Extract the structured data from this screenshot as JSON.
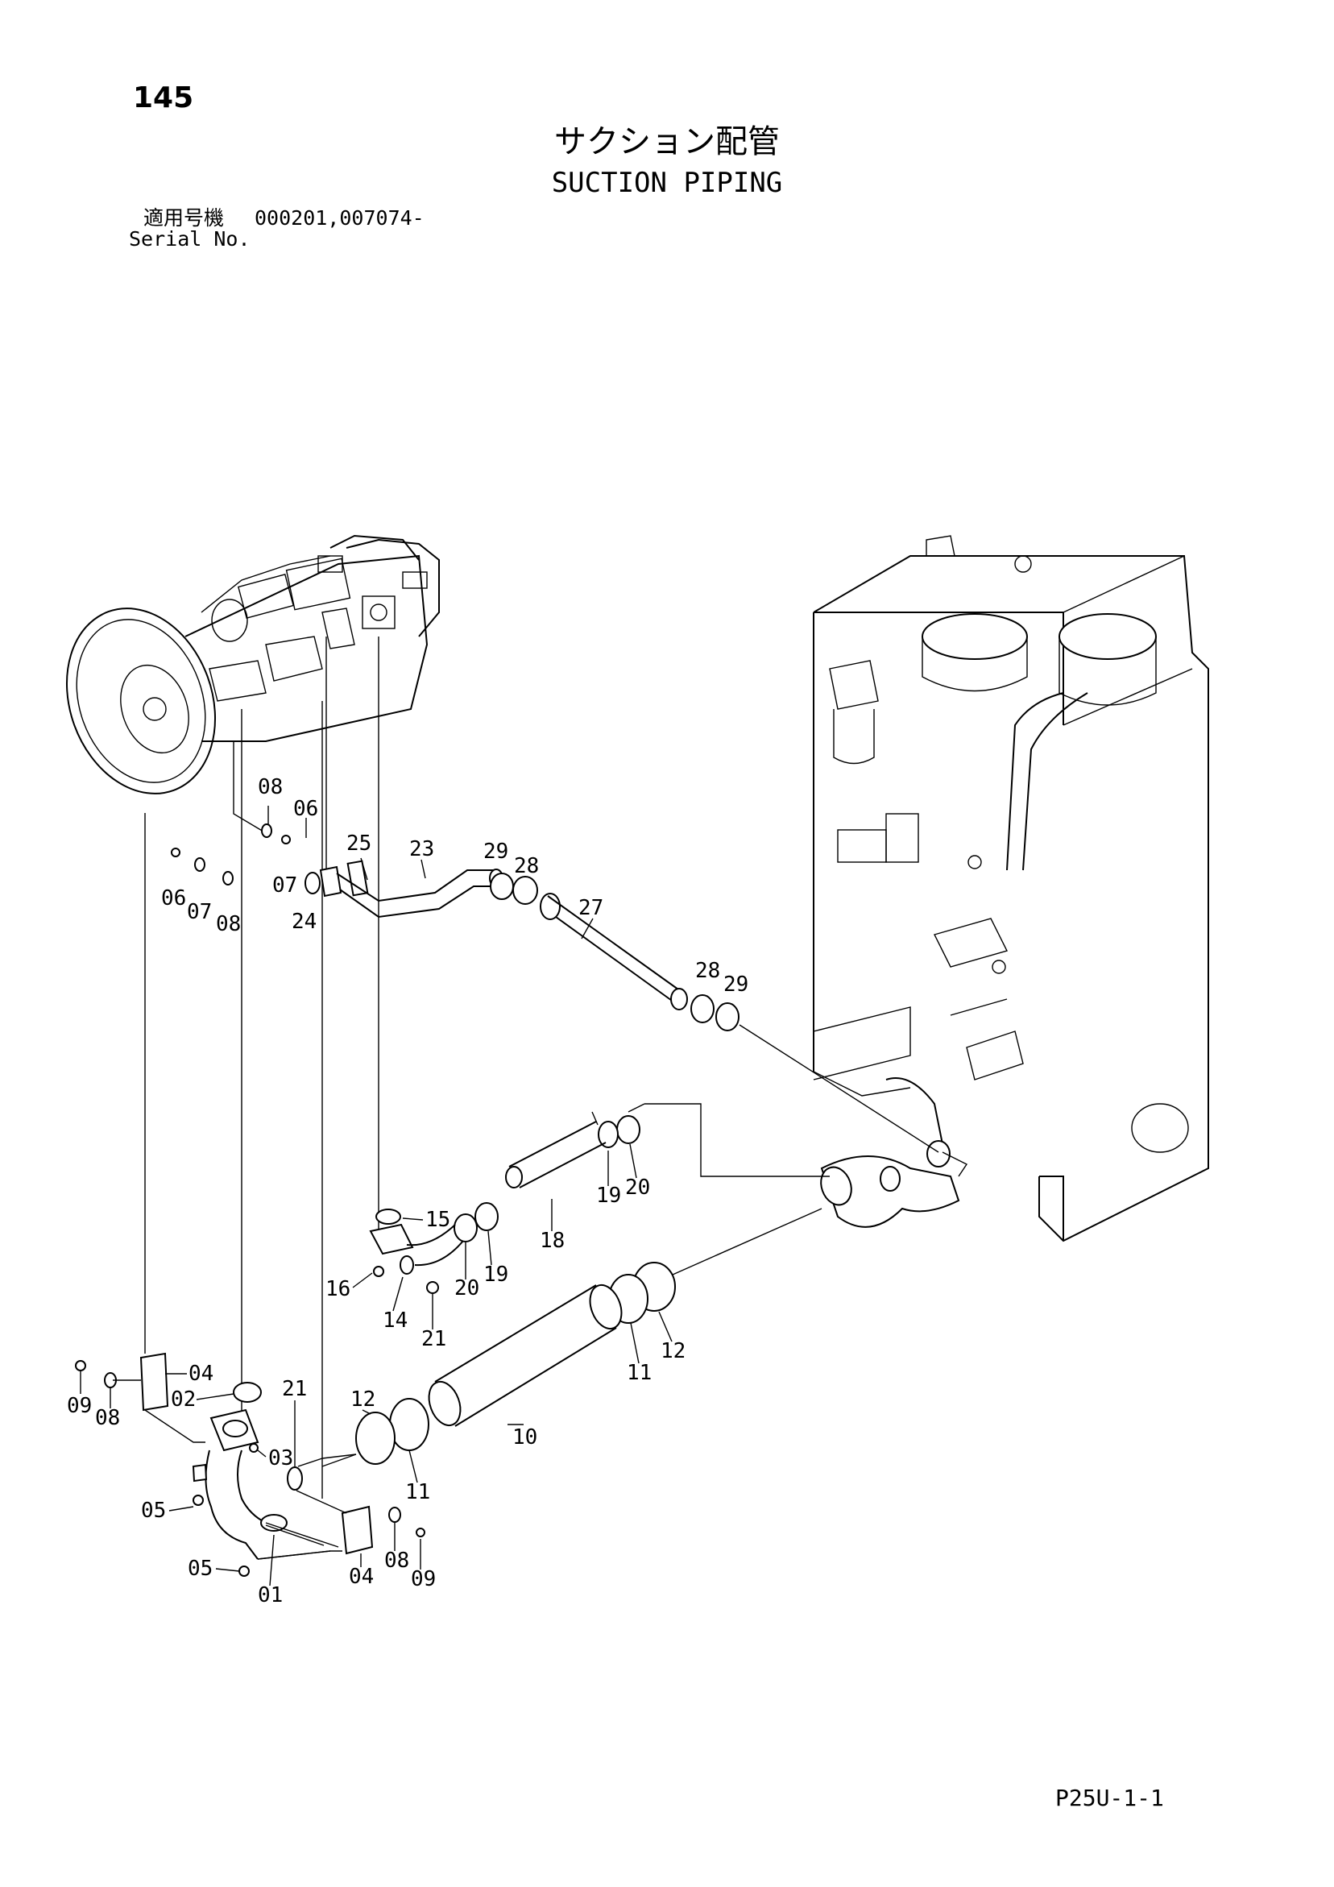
{
  "header": {
    "page_number": "145",
    "title_jp": "サクション配管",
    "title_en": "SUCTION PIPING",
    "serial_label_jp": "適用号機",
    "serial_value": "000201,007074-",
    "serial_label_en": "Serial No."
  },
  "footer": {
    "page_code": "P25U-1-1"
  },
  "callouts": [
    "08",
    "06",
    "06",
    "07",
    "08",
    "25",
    "23",
    "29",
    "28",
    "27",
    "07",
    "24",
    "28",
    "29",
    "15",
    "19",
    "20",
    "18",
    "16",
    "14",
    "20",
    "19",
    "21",
    "11",
    "12",
    "04",
    "02",
    "09",
    "08",
    "03",
    "21",
    "12",
    "10",
    "11",
    "05",
    "05",
    "01",
    "04",
    "08",
    "09"
  ]
}
